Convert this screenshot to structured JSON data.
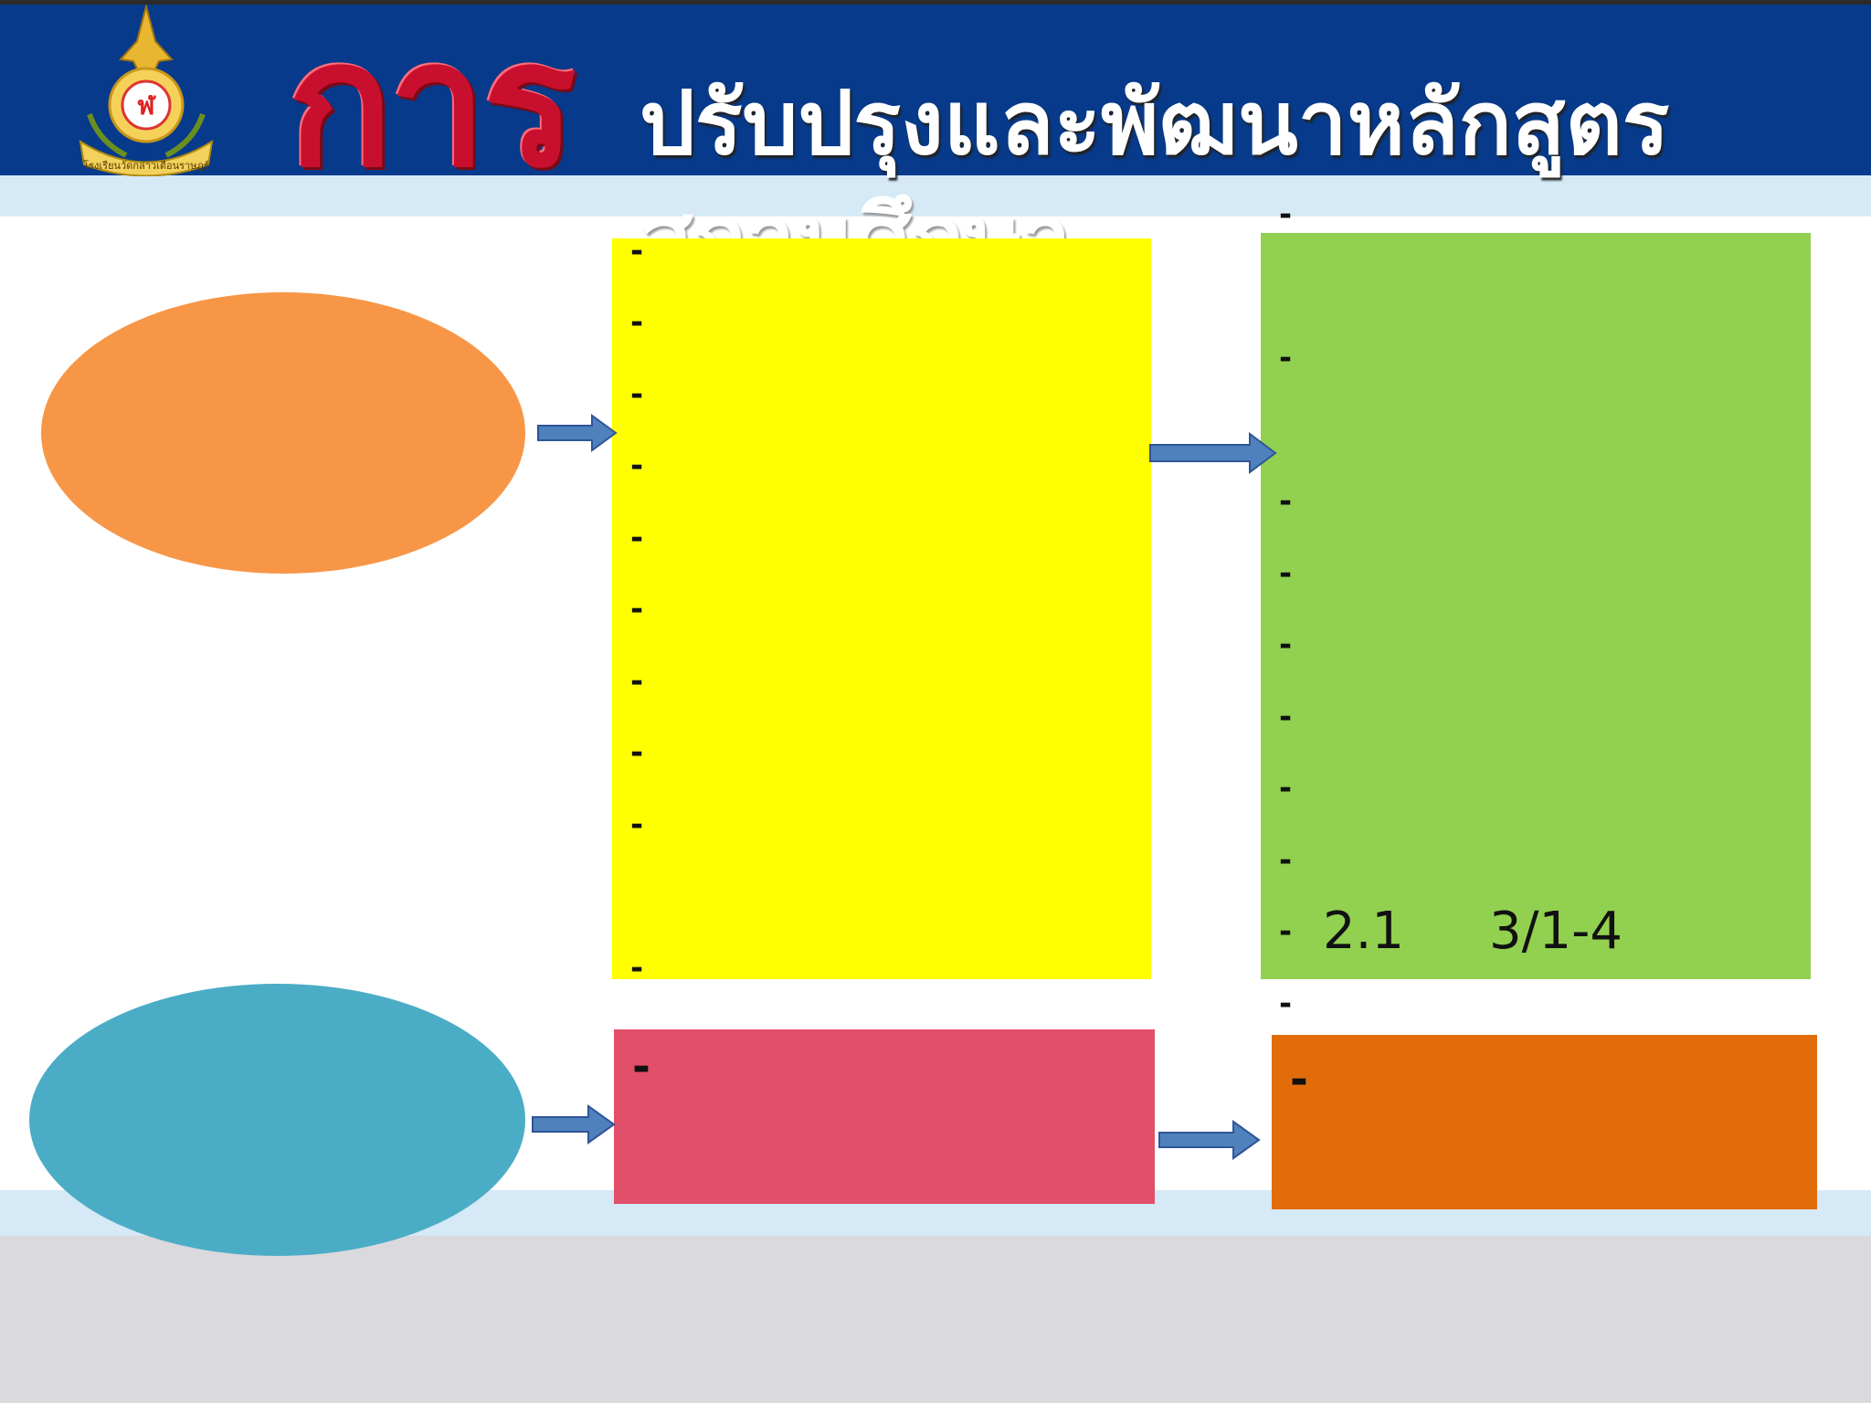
{
  "header": {
    "big_word": "การ",
    "title_line1": "ปรับปรุงและพัฒนาหลักสูตร",
    "title_line2": "สถานศึกษา",
    "logo_text": "โรงเรียนวัดกล่าวเตือนราษฎร์"
  },
  "yellow_box": {
    "items": [
      "-",
      "-",
      "-",
      "-",
      "-",
      "-",
      "-",
      "-",
      "-",
      "-"
    ]
  },
  "green_box": {
    "items": [
      "-",
      "-",
      "-",
      "-",
      "-",
      "-",
      "-",
      "-",
      "-",
      "-",
      "-"
    ],
    "item_last_a": "2.1",
    "item_last_b": "3/1-4"
  },
  "pink_box": {
    "dash": "-"
  },
  "orange_box": {
    "dash": "-"
  },
  "colors": {
    "header": "#073a8a",
    "oval_orange": "#f79646",
    "oval_blue": "#4bacc6",
    "yellow": "#ffff00",
    "green": "#92d050",
    "pink": "#e24f69",
    "orange": "#e36c0a",
    "arrow": "#4f81bd"
  }
}
